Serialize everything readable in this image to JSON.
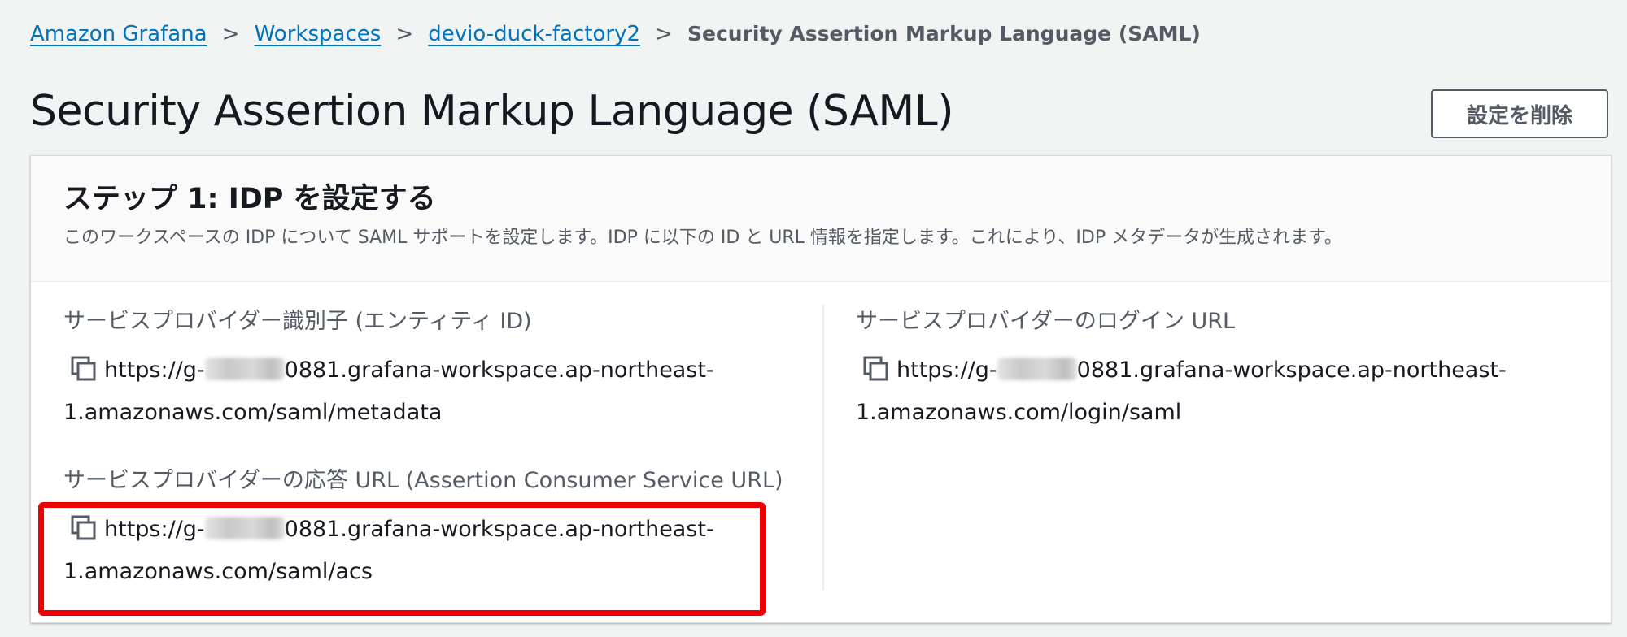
{
  "breadcrumb": {
    "items": [
      "Amazon Grafana",
      "Workspaces",
      "devio-duck-factory2"
    ],
    "current": "Security Assertion Markup Language (SAML)",
    "separator": ">"
  },
  "page": {
    "title": "Security Assertion Markup Language (SAML)",
    "delete_button": "設定を削除"
  },
  "step": {
    "title": "ステップ 1: IDP を設定する",
    "description": "このワークスペースの IDP について SAML サポートを設定します。IDP に以下の ID と URL 情報を指定します。これにより、IDP メタデータが生成されます。"
  },
  "fields": {
    "entity_id": {
      "label": "サービスプロバイダー識別子 (エンティティ ID)",
      "url_prefix": "https://g-",
      "url_rest": "0881.grafana-workspace.ap-northeast-",
      "url_line2": "1.amazonaws.com/saml/metadata"
    },
    "acs_url": {
      "label": "サービスプロバイダーの応答 URL (Assertion Consumer Service URL)",
      "url_prefix": "https://g-",
      "url_rest": "0881.grafana-workspace.ap-northeast-",
      "url_line2": "1.amazonaws.com/saml/acs"
    },
    "login_url": {
      "label": "サービスプロバイダーのログイン URL",
      "url_prefix": "https://g-",
      "url_rest": "0881.grafana-workspace.ap-northeast-",
      "url_line2": "1.amazonaws.com/login/saml"
    }
  },
  "icons": {
    "copy": "copy-icon",
    "chevron": "chevron-right-icon"
  },
  "colors": {
    "link": "#0073bb",
    "highlight": "#ee0000",
    "background": "#f2f3f3"
  }
}
